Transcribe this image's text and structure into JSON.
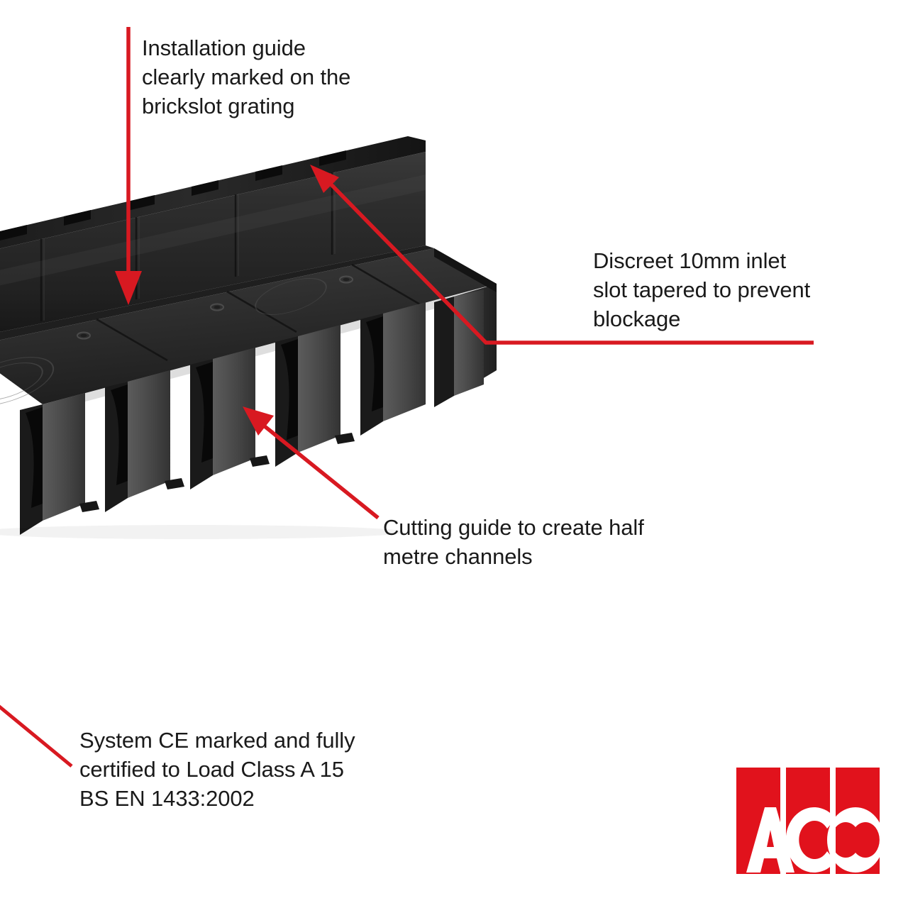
{
  "background_color": "#ffffff",
  "accent_color": "#d81921",
  "text_color": "#1a1a1a",
  "product": {
    "name": "brickslot-drainage-channel",
    "description": "Black polymer surface drainage channel with brickslot grating upstand, flat top grating plate and angled support ribs",
    "body_color": "#272727",
    "highlight_color": "#5a5a5a",
    "shadow_color": "#0d0d0d"
  },
  "annotations": [
    {
      "id": "installation-guide",
      "text": "Installation guide\nclearly marked on the\nbrickslot grating",
      "leader": "vertical-arrow-down"
    },
    {
      "id": "inlet-slot",
      "text": "Discreet 10mm inlet\nslot tapered to prevent\nblockage",
      "leader": "elbow-arrow-up-left"
    },
    {
      "id": "cutting-guide",
      "text": "Cutting guide to create half\nmetre channels",
      "leader": "diagonal-arrow-up-left"
    },
    {
      "id": "ce-certification",
      "text": "System CE marked and fully\ncertified to Load Class A 15\nBS EN 1433:2002",
      "leader": "diagonal-line-no-head"
    }
  ],
  "logo": {
    "name": "aco-logo",
    "letters": [
      "A",
      "C",
      "O"
    ],
    "bar_color": "#e1121c",
    "letter_color": "#ffffff",
    "bar_count": 3
  }
}
